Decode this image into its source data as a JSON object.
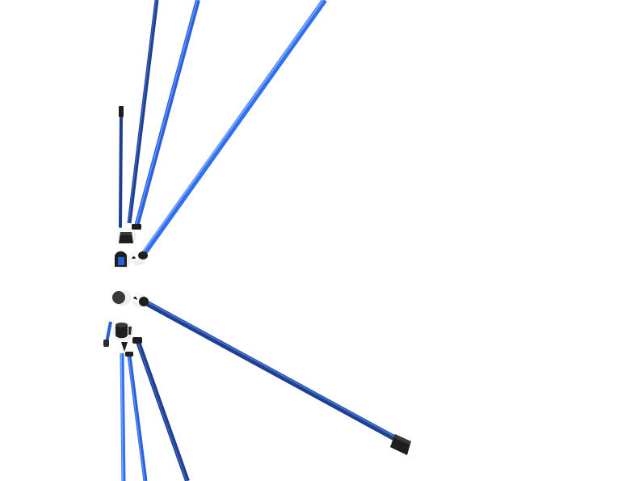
{
  "scene": {
    "background": "#ffffff",
    "colors": {
      "rod_bright": "#2f6ff0",
      "rod_mid": "#2a5fd6",
      "rod_dark": "#1f3f8f",
      "rod_highlight": "#6f9cff",
      "connector": "#1e1e1e",
      "connector_edge": "#3a3a3a",
      "node": "#ffffff"
    },
    "rods": [
      {
        "name": "rod-top-short-left",
        "shade": "dark"
      },
      {
        "name": "rod-top-left",
        "shade": "dark"
      },
      {
        "name": "rod-top-middle",
        "shade": "mid"
      },
      {
        "name": "rod-top-right-long",
        "shade": "bright"
      },
      {
        "name": "rod-right-long",
        "shade": "dark"
      },
      {
        "name": "rod-small-left",
        "shade": "mid"
      },
      {
        "name": "rod-bottom-left",
        "shade": "bright"
      },
      {
        "name": "rod-bottom-middle",
        "shade": "dark"
      },
      {
        "name": "rod-bottom-right",
        "shade": "dark"
      }
    ]
  }
}
